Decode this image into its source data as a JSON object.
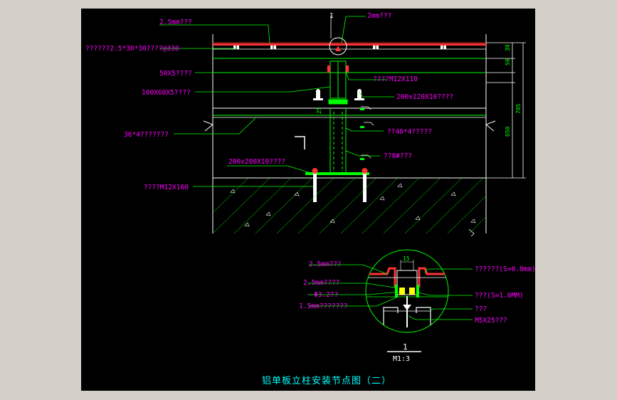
{
  "colors": {
    "background": "#000000",
    "frame": "#d4d0c8",
    "label": "#ff00ff",
    "geometry": "#00ff00",
    "white": "#ffffff",
    "panel": "#ff3333",
    "title": "#00ffff",
    "fill": "#ffff00"
  },
  "main_labels": {
    "l1": "2.5mm???",
    "l2": "??????2.5*30*30????@330",
    "l3": "50X5????",
    "l4": "100X60X5????",
    "l5": "36*4???????",
    "l6": "200x200X10????",
    "l7": "????M12X160",
    "r1": "2mm???",
    "r2": "????M12X110",
    "r3": "200x120X10????",
    "r4": "??40*4?????",
    "r5": "??8#???",
    "marker": "1"
  },
  "dims": {
    "d1": "50",
    "d2": "30",
    "d3": "650",
    "d4": "785",
    "d5": "25"
  },
  "detail_labels": {
    "a1": "2.5mm???",
    "a2": "2.5mm????",
    "a3": "Φ3.2??",
    "a4": "1.5mm???????",
    "b1": "??????(S=0.8mm)",
    "b2": "???(S=1.0MM)",
    "b3": "???",
    "b4": "M5X25???",
    "dim15": "15"
  },
  "detail_marker": {
    "number": "1",
    "scale": "M1:3"
  },
  "title": "铝单板立柱安装节点图（二）"
}
